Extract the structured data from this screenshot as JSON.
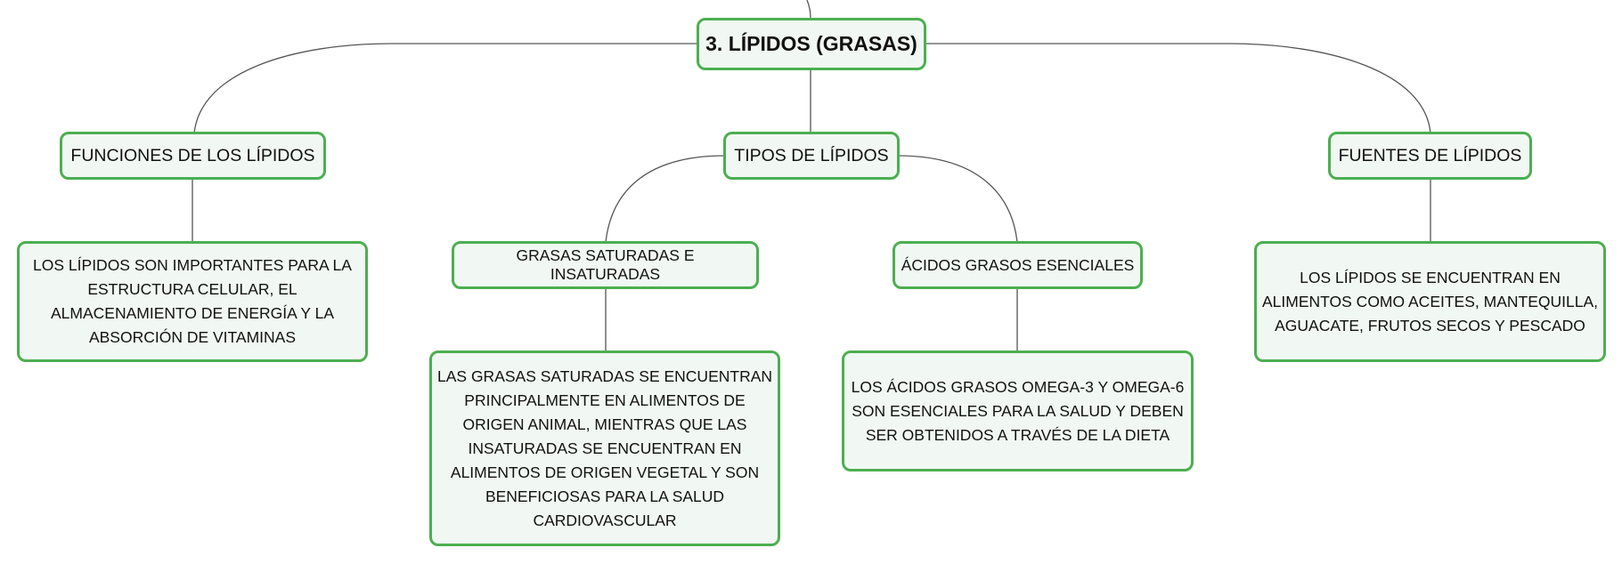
{
  "colors": {
    "node_border": "#4caf50",
    "node_fill": "#f1f8f3",
    "connector": "#555555",
    "text": "#111111"
  },
  "diagram": {
    "root": {
      "label": "3. LÍPIDOS (GRASAS)"
    },
    "branches": {
      "funciones": {
        "label": "FUNCIONES DE LOS LÍPIDOS",
        "detail": "LOS LÍPIDOS SON IMPORTANTES PARA LA ESTRUCTURA CELULAR, EL ALMACENAMIENTO DE ENERGÍA Y LA ABSORCIÓN DE VITAMINAS"
      },
      "tipos": {
        "label": "TIPOS DE LÍPIDOS",
        "children": {
          "grasas": {
            "label": "GRASAS SATURADAS E INSATURADAS",
            "detail": "LAS GRASAS SATURADAS SE ENCUENTRAN PRINCIPALMENTE EN ALIMENTOS DE ORIGEN ANIMAL, MIENTRAS QUE LAS INSATURADAS SE ENCUENTRAN EN ALIMENTOS DE ORIGEN VEGETAL Y SON BENEFICIOSAS PARA LA SALUD CARDIOVASCULAR"
          },
          "acidos": {
            "label": "ÁCIDOS GRASOS ESENCIALES",
            "detail": "LOS ÁCIDOS GRASOS OMEGA-3 Y OMEGA-6 SON ESENCIALES PARA LA SALUD Y DEBEN SER OBTENIDOS A TRAVÉS DE LA DIETA"
          }
        }
      },
      "fuentes": {
        "label": "FUENTES DE LÍPIDOS",
        "detail": "LOS LÍPIDOS SE ENCUENTRAN EN ALIMENTOS COMO ACEITES, MANTEQUILLA, AGUACATE, FRUTOS SECOS Y PESCADO"
      }
    }
  }
}
